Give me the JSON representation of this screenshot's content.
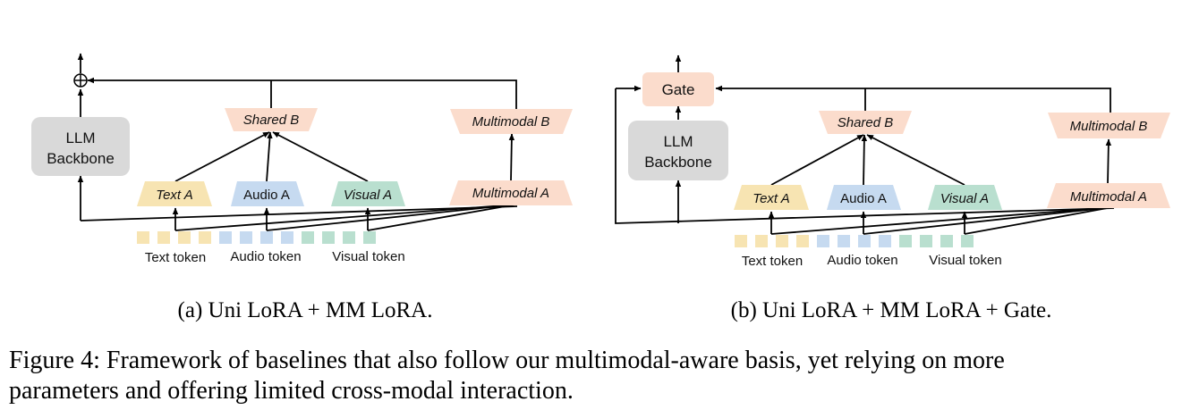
{
  "colors": {
    "text_block": "#f7e4b2",
    "audio_block": "#c6daf0",
    "visual_block": "#b9dfcf",
    "lora_block": "#fbdccc",
    "backbone": "#d9d9d9",
    "gate": "#fbdccc"
  },
  "panel_a": {
    "backbone_line1": "LLM",
    "backbone_line2": "Backbone",
    "shared_b": "Shared B",
    "text_a": "Text A",
    "audio_a": "Audio A",
    "visual_a": "Visual A",
    "multimodal_a": "Multimodal A",
    "multimodal_b": "Multimodal B",
    "text_token": "Text token",
    "audio_token": "Audio token",
    "visual_token": "Visual token",
    "sum_symbol": "⊕",
    "subcaption": "(a) Uni LoRA + MM LoRA."
  },
  "panel_b": {
    "gate": "Gate",
    "backbone_line1": "LLM",
    "backbone_line2": "Backbone",
    "shared_b": "Shared B",
    "text_a": "Text A",
    "audio_a": "Audio A",
    "visual_a": "Visual A",
    "multimodal_a": "Multimodal A",
    "multimodal_b": "Multimodal B",
    "text_token": "Text token",
    "audio_token": "Audio token",
    "visual_token": "Visual token",
    "subcaption": "(b) Uni LoRA + MM LoRA + Gate."
  },
  "caption": {
    "line1": "Figure 4: Framework of baselines that also follow our multimodal-aware basis, yet relying on more",
    "line2": "parameters and offering limited cross-modal interaction."
  }
}
